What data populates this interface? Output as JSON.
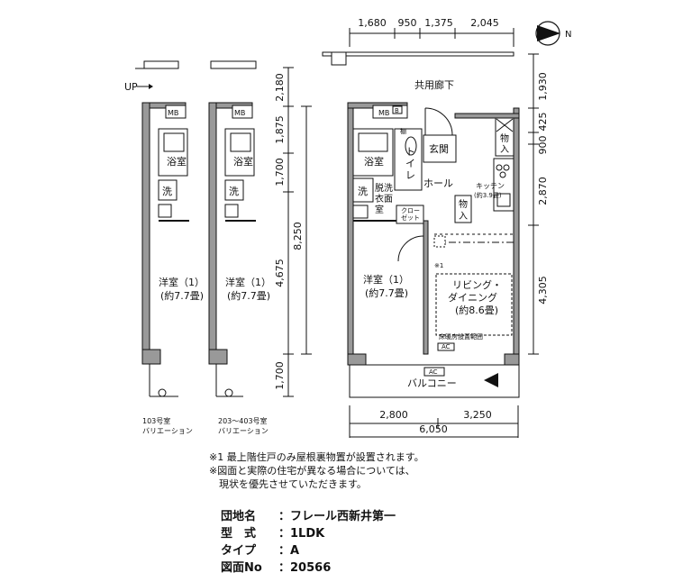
{
  "dimensions": {
    "top": [
      "1,680",
      "950",
      "1,375",
      "2,045"
    ],
    "left_outer": "8,250",
    "left": [
      "2,180",
      "1,875",
      "1,700",
      "4,675",
      "1,700"
    ],
    "right": [
      "1,930",
      "900",
      "425",
      "2,870",
      "4,305"
    ],
    "bottom": [
      "2,800",
      "3,250"
    ],
    "bottom_total": "6,050"
  },
  "compass": "N",
  "labels": {
    "up": "UP",
    "corridor": "共用廊下",
    "mb": "MB",
    "b": "B",
    "bath": "浴室",
    "wash": "洗",
    "toilet": "トイレ",
    "washroom": [
      "脱洗",
      "衣面",
      "室"
    ],
    "entrance": "玄関",
    "hall": "ホール",
    "kitchen": "キッチン",
    "kitchen_area": "(約3.9畳)",
    "storage": [
      "物",
      "入"
    ],
    "closet": [
      "クロー",
      "ゼット"
    ],
    "western_room": "洋室（1）",
    "western_area": "(約7.7畳)",
    "living": [
      "リビング・",
      "ダイニング"
    ],
    "living_area": "(約8.6畳)",
    "floor_heating": "床暖房設置範囲",
    "ac": "AC",
    "balcony": "バルコニー",
    "note_mark": "※1"
  },
  "variations": [
    "103号室",
    "203～403号室"
  ],
  "variation_suffix": "バリエーション",
  "notes": [
    "※1 最上階住戸のみ屋根裏物置が設置されます。",
    "※図面と実際の住宅が異なる場合については、",
    "　現状を優先させていただきます。"
  ],
  "info": [
    {
      "label": "団地名",
      "value": "フレール西新井第一"
    },
    {
      "label": "型　式",
      "value": "1LDK"
    },
    {
      "label": "タイプ",
      "value": "A"
    },
    {
      "label": "図面No",
      "value": "20566"
    }
  ]
}
